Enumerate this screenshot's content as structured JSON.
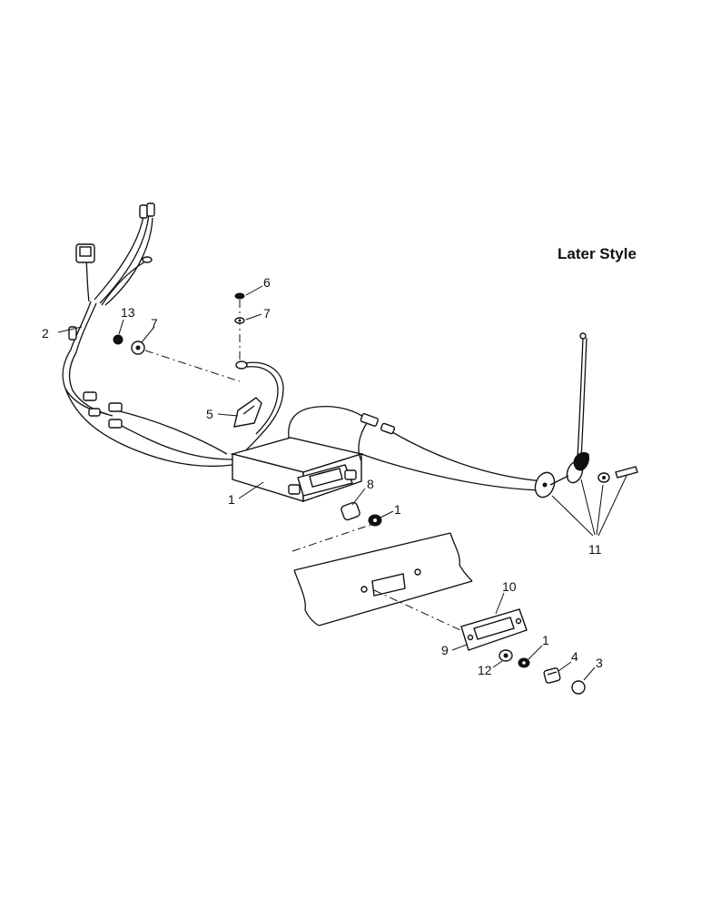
{
  "title": "Later Style",
  "callouts": {
    "c1a": "1",
    "c1b": "1",
    "c1c": "1",
    "c2": "2",
    "c3": "3",
    "c4": "4",
    "c5": "5",
    "c6": "6",
    "c7a": "7",
    "c7b": "7",
    "c8": "8",
    "c9": "9",
    "c10": "10",
    "c11": "11",
    "c12": "12",
    "c13": "13"
  }
}
